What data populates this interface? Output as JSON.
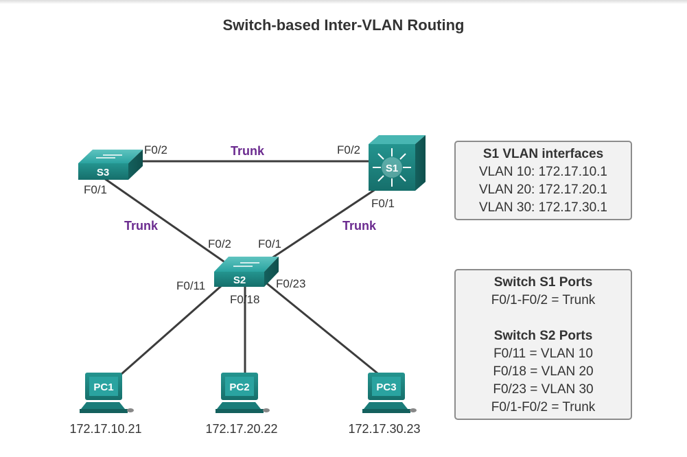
{
  "title": "Switch-based Inter-VLAN Routing",
  "devices": {
    "s1": "S1",
    "s2": "S2",
    "s3": "S3",
    "pc1": "PC1",
    "pc2": "PC2",
    "pc3": "PC3"
  },
  "ports": {
    "s3_f02": "F0/2",
    "s3_f01": "F0/1",
    "s1_f02": "F0/2",
    "s1_f01": "F0/1",
    "s2_f02": "F0/2",
    "s2_f01": "F0/1",
    "s2_f011": "F0/11",
    "s2_f018": "F0/18",
    "s2_f023": "F0/23"
  },
  "links": {
    "s3_s1": "Trunk",
    "s3_s2": "Trunk",
    "s1_s2": "Trunk"
  },
  "pc_ips": {
    "pc1": "172.17.10.21",
    "pc2": "172.17.20.22",
    "pc3": "172.17.30.23"
  },
  "vlan_box": {
    "header": "S1 VLAN interfaces",
    "lines": [
      "VLAN 10: 172.17.10.1",
      "VLAN 20: 172.17.20.1",
      "VLAN 30: 172.17.30.1"
    ]
  },
  "ports_box": {
    "s1_header": "Switch S1 Ports",
    "s1_lines": [
      "F0/1-F0/2 = Trunk"
    ],
    "s2_header": "Switch S2 Ports",
    "s2_lines": [
      "F0/11 = VLAN 10",
      "F0/18 = VLAN 20",
      "F0/23 = VLAN 30",
      "F0/1-F0/2 = Trunk"
    ]
  },
  "colors": {
    "device_teal": "#1f8f8c",
    "trunk_label": "#6b2b8f",
    "link_line": "#3c3c3c"
  }
}
